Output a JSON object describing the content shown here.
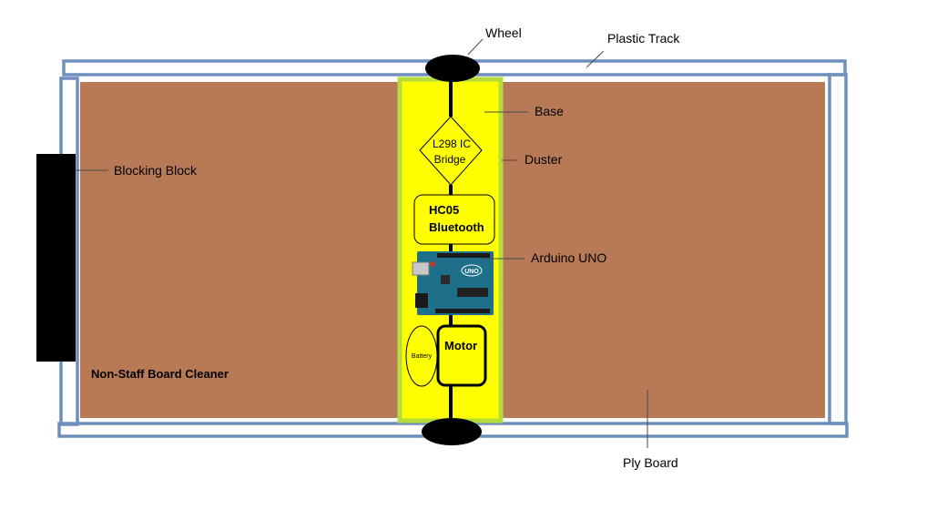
{
  "labels": {
    "wheel": "Wheel",
    "plastic_track": "Plastic Track",
    "base": "Base",
    "blocking_block": "Blocking Block",
    "duster": "Duster",
    "arduino_uno": "Arduino UNO",
    "ply_board": "Ply Board",
    "board_title": "Non-Staff Board Cleaner"
  },
  "components": {
    "l298_line1": "L298 IC",
    "l298_line2": "Bridge",
    "hc05_line1": "HC05",
    "hc05_line2": "Bluetooth",
    "battery": "Battery",
    "motor": "Motor",
    "arduino_logo": "UNO"
  },
  "colors": {
    "ply_board": "#b87a56",
    "track": "#6f8fbf",
    "duster_fill": "#ffff00",
    "duster_border": "#b5dc3c",
    "blocking_block": "#000000",
    "wheel": "#000000",
    "arduino": "#1d6f8a"
  }
}
